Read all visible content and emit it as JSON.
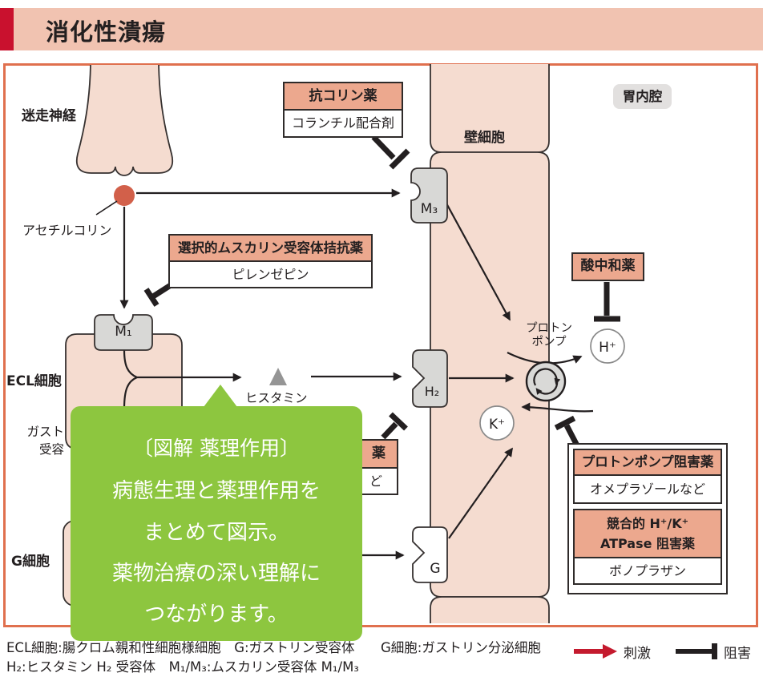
{
  "title": "消化性潰瘍",
  "colors": {
    "accent_red": "#c9112e",
    "title_bg": "#f1c3b1",
    "frame_border": "#e0704e",
    "cell_fill": "#f5dcd0",
    "header_salmon": "#eca88e",
    "overlay_green": "#8dc63f",
    "ink": "#231f20",
    "stimulation_red": "#c41a2e"
  },
  "anatomy": {
    "vagus_nerve": "迷走神経",
    "acetylcholine": "アセチルコリン",
    "parietal_cell": "壁細胞",
    "stomach_lumen": "胃内腔",
    "ecl_cell": "ECL細胞",
    "histamine": "ヒスタミン",
    "gastrin_receptor_line1": "ガスト",
    "gastrin_receptor_line2": "受容",
    "g_cell": "G細胞",
    "proton_pump_line1": "プロトン",
    "proton_pump_line2": "ポンプ",
    "hydrogen_ion": "H⁺",
    "potassium_ion": "K⁺",
    "receptor_m3": "M₃",
    "receptor_m1": "M₁",
    "receptor_h2": "H₂",
    "receptor_g": "G"
  },
  "drugs": {
    "anticholinergic": {
      "class_name": "抗コリン薬",
      "example": "コランチル配合剤"
    },
    "selective_muscarinic_antagonist": {
      "class_name": "選択的ムスカリン受容体拮抗薬",
      "example": "ピレンゼピン"
    },
    "h2_blocker_partial": {
      "class_name_visible": "薬",
      "example_visible": "ど"
    },
    "antacid": {
      "class_name": "酸中和薬"
    },
    "proton_pump_inhibitor": {
      "class_name": "プロトンポンプ阻害薬",
      "example": "オメプラゾールなど"
    },
    "pcab": {
      "class_name_line1": "競合的 H⁺/K⁺",
      "class_name_line2": "ATPase 阻害薬",
      "example": "ボノプラザン"
    }
  },
  "overlay": {
    "heading": "〔図解 薬理作用〕",
    "line1": "病態生理と薬理作用を",
    "line2": "まとめて図示。",
    "line3": "薬物治療の深い理解に",
    "line4": "つながります。"
  },
  "legend": {
    "line1_left": "ECL細胞:腸クロム親和性細胞様細胞　G:ガストリン受容体",
    "line1_right": "G細胞:ガストリン分泌細胞",
    "line2": "H₂:ヒスタミン H₂ 受容体　M₁/M₃:ムスカリン受容体 M₁/M₃",
    "stimulation": "刺激",
    "inhibition": "阻害"
  }
}
